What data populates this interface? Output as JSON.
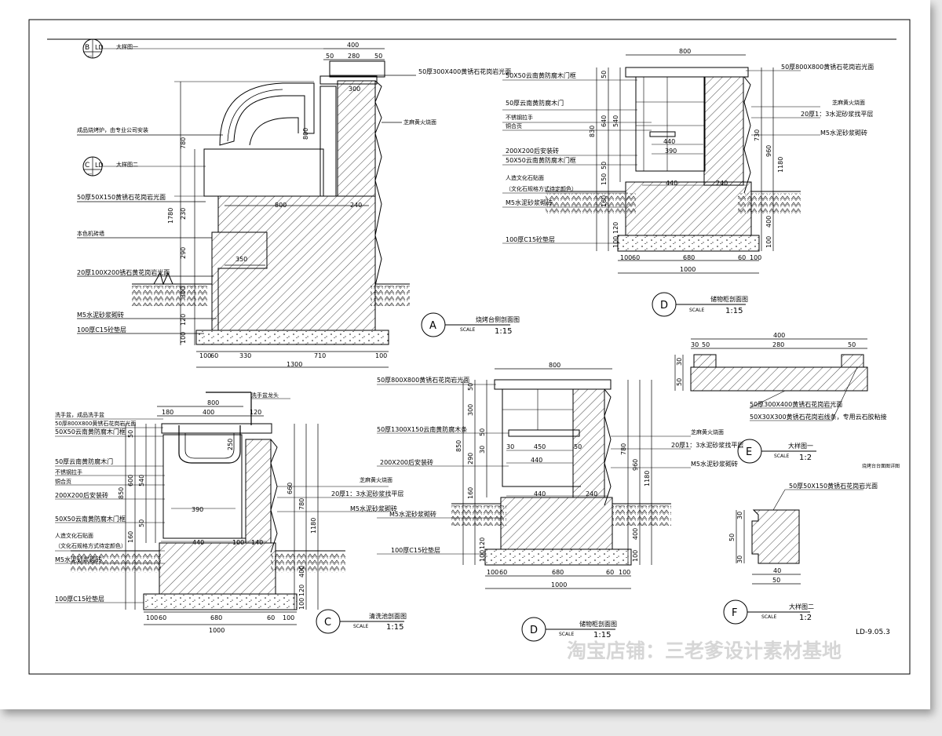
{
  "sheet": {
    "code": "LD-9.05.3",
    "watermark": "淘宝店铺：三老爹设计素材基地"
  },
  "dims": {
    "d400": "400",
    "d280": "280",
    "d50": "50",
    "d300": "300",
    "d800": "800",
    "d240": "240",
    "d780": "780",
    "d1780": "1780",
    "d230": "230",
    "d290": "290",
    "d350": "350",
    "d300b": "300",
    "d120": "120",
    "d100": "100",
    "d60": "60",
    "d330": "330",
    "d710": "710",
    "d1300": "1300",
    "d640": "640",
    "d540": "540",
    "d830": "830",
    "d440": "440",
    "d390": "390",
    "d150": "150",
    "d730": "730",
    "d960": "960",
    "d1180": "1180",
    "d680": "680",
    "d1000": "1000",
    "d180": "180",
    "d250": "250",
    "d660": "660",
    "d850": "850",
    "d160": "160",
    "d140": "140",
    "d450": "450",
    "d30": "30",
    "d40": "40",
    "d600": "600"
  },
  "labels": {
    "a1": "大样图一",
    "a2": "50厚300X400黄锈石花岗岩光面",
    "a3": "成品烧烤炉，由专业公司安装",
    "a4": "大样图二",
    "a5": "50厚50X150黄锈石花岗岩光面",
    "a6": "本色机砖墙",
    "a7": "20厚100X200锈石黄花岗岩光面",
    "a8": "M5水泥砂浆砌砖",
    "a9": "100厚C15砼垫层",
    "a10": "芝麻黄火烧面",
    "d1": "50X50云南黄防腐木门框",
    "d2": "50厚云南黄防腐木门",
    "d3": "不锈钢拉手",
    "d4": "铜合页",
    "d5": "200X200后安装砖",
    "d6": "50X50云南黄防腐木门框",
    "d7": "人造文化石贴面",
    "d8": "（文化石规格方式待定颜色）",
    "d9": "M5水泥砂浆砌砖",
    "d10": "100厚C15砼垫层",
    "d11": "50厚800X800黄锈石花岗岩光面",
    "d12": "芝麻黄火烧面",
    "d13": "20厚1：3水泥砂浆找平层",
    "d14": "M5水泥砂浆砌砖",
    "c1": "洗手盆，成品洗手盆",
    "c2": "50厚800X800黄锈石花岗岩光面",
    "c3": "50X50云南黄防腐木门框",
    "c4": "50厚云南黄防腐木门",
    "c5": "不锈钢拉手",
    "c6": "铜合页",
    "c7": "200X200后安装砖",
    "c8": "50X50云南黄防腐木门框",
    "c9": "人造文化石贴面",
    "c10": "（文化石规格方式待定颜色）",
    "c11": "M5水泥砂浆砌砖",
    "c12": "100厚C15砼垫层",
    "c13": "洗手盆龙头",
    "c14": "芝麻黄火烧面",
    "c15": "20厚1：3水泥砂浆找平层",
    "c16": "M5水泥砂浆砌砖",
    "e1": "50厚800X800黄锈石花岗岩光面",
    "e2": "50厚1300X150云南黄防腐木条",
    "e3": "200X200后安装砖",
    "e4": "M5水泥砂浆砌砖",
    "e5": "100厚C15砼垫层",
    "e6": "芝麻黄火烧面",
    "e7": "20厚1：3水泥砂浆找平层",
    "e8": "M5水泥砂浆砌砖",
    "f1": "50厚300X400黄锈石花岗岩光面",
    "f2": "50X30X300黄锈石花岗岩线条，专用云石胶粘接",
    "f3": "烧烤台台面图详图",
    "g1": "50厚50X150黄锈石花岗岩光面"
  },
  "bubbles": {
    "A": "A",
    "B": "B",
    "C": "C",
    "D": "D",
    "E": "E",
    "F": "F",
    "LD": "LD",
    "dash": "--"
  },
  "titles": {
    "A": {
      "name": "烧烤台侧剖面图",
      "scale_word": "SCALE",
      "scale": "1:15"
    },
    "D1": {
      "name": "储物柜剖面图",
      "scale_word": "SCALE",
      "scale": "1:15"
    },
    "C": {
      "name": "清洗池剖面图",
      "scale_word": "SCALE",
      "scale": "1:15"
    },
    "D2": {
      "name": "储物柜剖面图",
      "scale_word": "SCALE",
      "scale": "1:15"
    },
    "E": {
      "name": "大样图一",
      "scale_word": "SCALE",
      "scale": "1:2"
    },
    "F": {
      "name": "大样图二",
      "scale_word": "SCALE",
      "scale": "1:2"
    }
  }
}
